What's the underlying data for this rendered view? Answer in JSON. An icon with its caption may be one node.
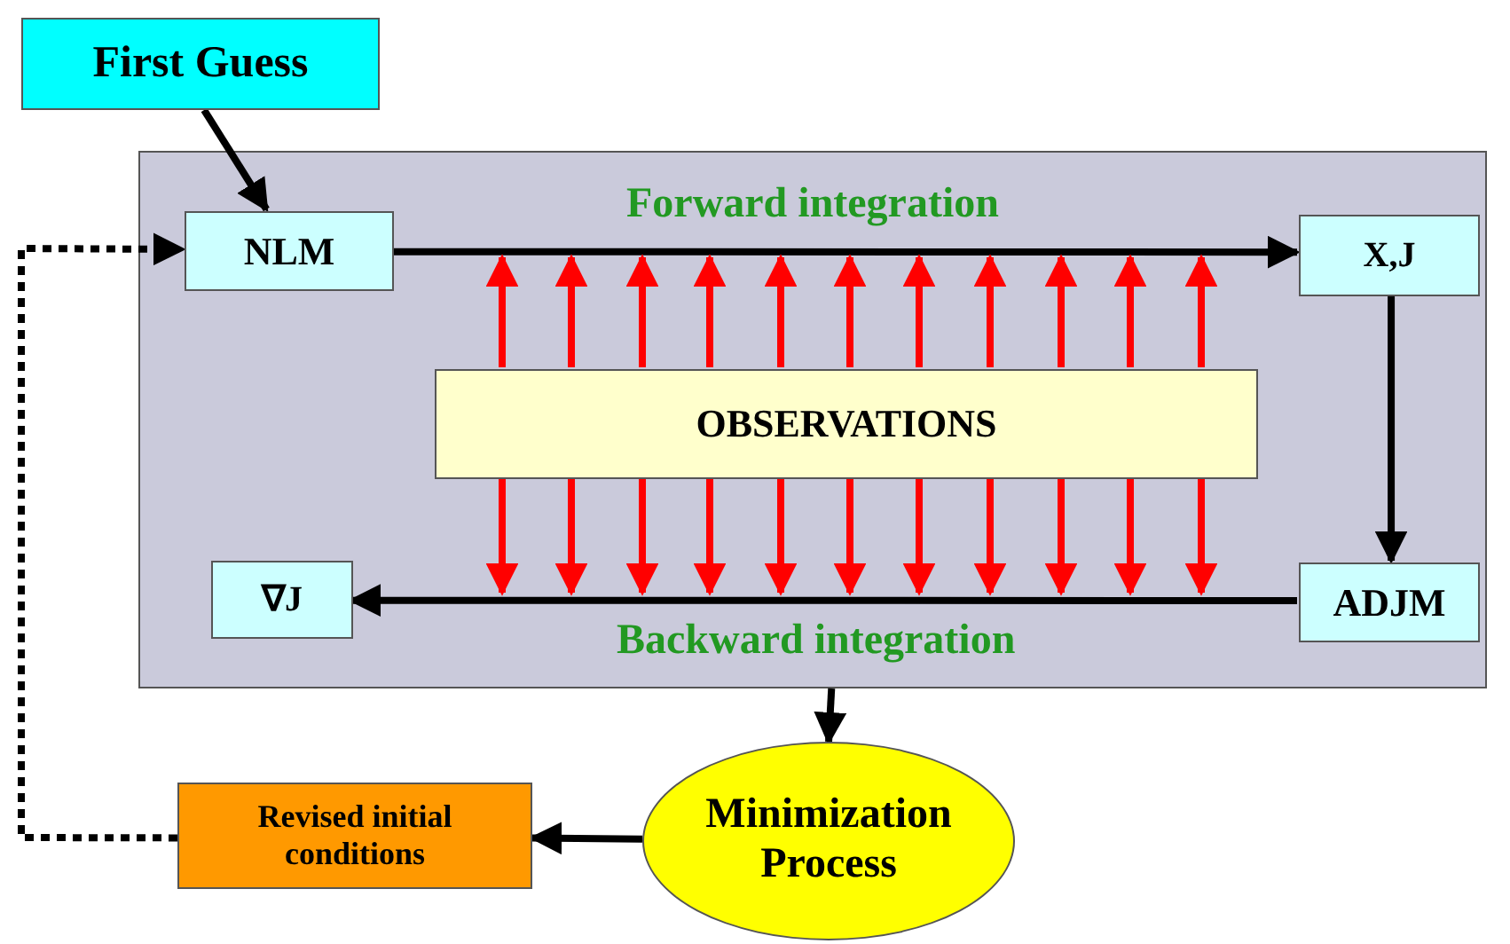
{
  "diagram": {
    "nodes": [
      {
        "text": [
          "First Guess"
        ]
      },
      {
        "text": [],
        "shape": "box"
      },
      {
        "text": [
          "NLM"
        ],
        "in": 1
      },
      {
        "text": [
          "X,J"
        ],
        "in": 1
      },
      {
        "text": [
          "OBSERVATIONS"
        ],
        "in": 1
      },
      {
        "text": [
          "∇J"
        ],
        "in": 1
      },
      {
        "text": [
          "ADJM"
        ],
        "in": 1
      },
      {
        "text": [
          "Revised initial conditions"
        ]
      },
      {
        "text": [
          "Minimization Process"
        ]
      }
    ],
    "edges": [
      {
        "from": 0,
        "to": 2,
        "arrow": "to",
        "color": "#000000"
      },
      {
        "from": 2,
        "to": 3,
        "arrow": "to",
        "label": "Forward integration",
        "color": "#000000"
      },
      {
        "from": 3,
        "to": 6,
        "arrow": "to",
        "color": "#000000"
      },
      {
        "from": 6,
        "to": 5,
        "arrow": "to",
        "label": "Backward integration",
        "color": "#000000"
      },
      {
        "from": 1,
        "to": 8,
        "arrow": "to",
        "color": "#000000"
      },
      {
        "from": 8,
        "to": 7,
        "arrow": "to",
        "color": "#000000"
      },
      {
        "from": 7,
        "to": 2,
        "arrow": "to",
        "style": "dashed",
        "color": "#000000"
      },
      {
        "from": 4,
        "to": null,
        "arrow": "to",
        "color": "#ff0000"
      },
      {
        "from": 4,
        "to": null,
        "arrow": "to",
        "color": "#ff0000"
      },
      {
        "from": 4,
        "to": null,
        "arrow": "to",
        "color": "#ff0000"
      },
      {
        "from": 4,
        "to": null,
        "arrow": "to",
        "color": "#ff0000"
      },
      {
        "from": 4,
        "to": null,
        "arrow": "to",
        "color": "#ff0000"
      },
      {
        "from": 4,
        "to": null,
        "arrow": "to",
        "color": "#ff0000"
      },
      {
        "from": 4,
        "to": null,
        "arrow": "to",
        "color": "#ff0000"
      },
      {
        "from": 4,
        "to": null,
        "arrow": "to",
        "color": "#ff0000"
      },
      {
        "from": 4,
        "to": null,
        "arrow": "to",
        "color": "#ff0000"
      },
      {
        "from": 4,
        "to": null,
        "arrow": "to",
        "color": "#ff0000"
      },
      {
        "from": 4,
        "to": null,
        "arrow": "to",
        "color": "#ff0000"
      },
      {
        "from": 4,
        "to": null,
        "arrow": "to",
        "color": "#ff0000"
      },
      {
        "from": 4,
        "to": null,
        "arrow": "to",
        "color": "#ff0000"
      },
      {
        "from": 4,
        "to": null,
        "arrow": "to",
        "color": "#ff0000"
      },
      {
        "from": 4,
        "to": null,
        "arrow": "to",
        "color": "#ff0000"
      },
      {
        "from": 4,
        "to": null,
        "arrow": "to",
        "color": "#ff0000"
      },
      {
        "from": 4,
        "to": null,
        "arrow": "to",
        "color": "#ff0000"
      },
      {
        "from": 4,
        "to": null,
        "arrow": "to",
        "color": "#ff0000"
      },
      {
        "from": 4,
        "to": null,
        "arrow": "to",
        "color": "#ff0000"
      },
      {
        "from": 4,
        "to": null,
        "arrow": "to",
        "color": "#ff0000"
      },
      {
        "from": 4,
        "to": null,
        "arrow": "to",
        "color": "#ff0000"
      },
      {
        "from": 4,
        "to": null,
        "arrow": "to",
        "color": "#ff0000"
      }
    ]
  }
}
